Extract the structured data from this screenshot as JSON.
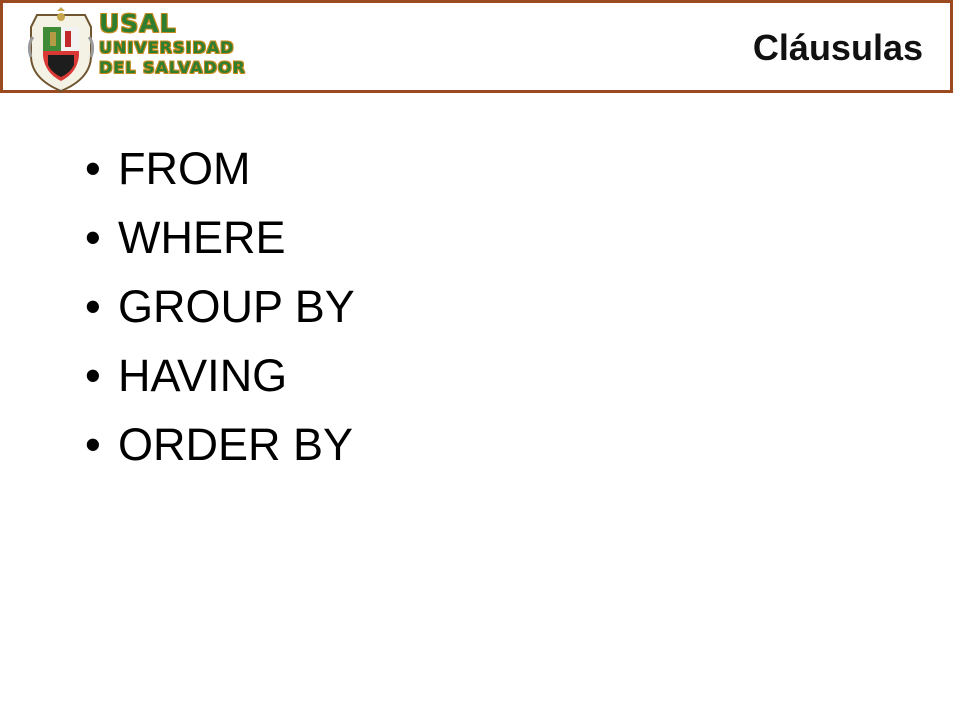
{
  "header": {
    "logo": {
      "line1": "USAL",
      "line2": "UNIVERSIDAD",
      "line3": "DEL SALVADOR"
    },
    "title": "Cláusulas"
  },
  "content": {
    "bullet_symbol": "•",
    "items": [
      "FROM",
      "WHERE",
      "GROUP BY",
      "HAVING",
      "ORDER BY"
    ]
  },
  "colors": {
    "border": "#9b4a1f",
    "logo_green": "#2f7d2f",
    "logo_gold": "#c58a1d",
    "text": "#000000"
  }
}
